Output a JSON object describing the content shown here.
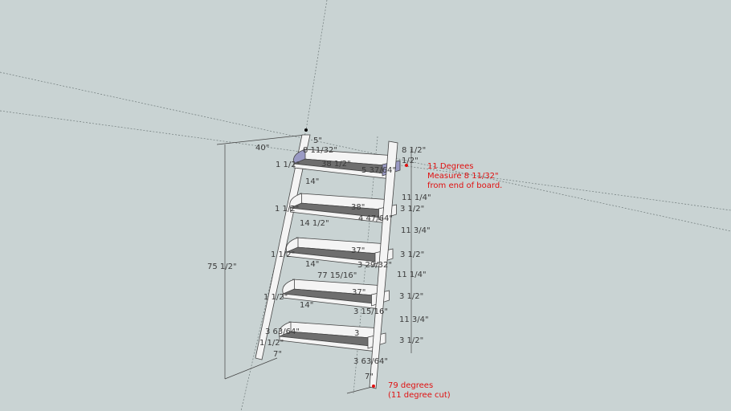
{
  "colors": {
    "background": "#c9d3d3",
    "board": "#f4f4f4",
    "shelf_surface": "#6e6e6e",
    "selected": "#9a9ac4",
    "annotation": "#e01010"
  },
  "dimensions": [
    "40\"",
    "5\"",
    "8 11/32\"",
    "1 1/2\"",
    "38 1/2\"",
    "5 37/64\"",
    "8 1/2\"",
    "1/2\"",
    "11 1/4\"",
    "14\"",
    "1 1/2\"",
    "38\"",
    "4 47/64\"",
    "3 1/2\"",
    "14 1/2\"",
    "11 3/4\"",
    "1 1/2\"",
    "37\"",
    "77 15/16\"",
    "3 29/32\"",
    "3 1/2\"",
    "14\"",
    "11 1/4\"",
    "1 1/2\"",
    "37\"",
    "14\"",
    "3 15/16\"",
    "3 1/2\"",
    "11 3/4\"",
    "3 63/64\"",
    "1 1/2\"",
    "7\"",
    "3",
    "3 1/2\"",
    "3 63/64\"",
    "7\"",
    "75 1/2\""
  ],
  "notes": {
    "top": [
      "11 Degrees",
      "Measure 8 11/32\"",
      "from end of board."
    ],
    "bottom": [
      "79 degrees",
      "(11 degree cut)"
    ]
  }
}
